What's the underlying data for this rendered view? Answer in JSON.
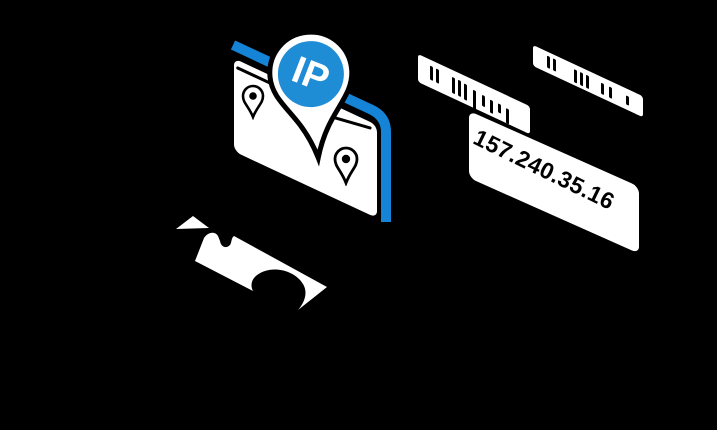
{
  "illustration": {
    "name": "ip-address-geolocation-illustration",
    "background": "#000000",
    "colors": {
      "accent_blue": "#1f8cd6",
      "stripe_blue": "#1583d6",
      "card_white": "#ffffff",
      "outline_black": "#000000"
    },
    "map_pin_badge": {
      "label": "IP"
    },
    "ip_tag": {
      "value": "157.240.35.16"
    },
    "barcode_strip_1": {
      "bars": [
        {
          "x": 12,
          "y": 6,
          "h": 14
        },
        {
          "x": 18,
          "y": 6,
          "h": 14
        },
        {
          "x": 34,
          "y": 7,
          "h": 16
        },
        {
          "x": 40,
          "y": 7,
          "h": 16
        },
        {
          "x": 46,
          "y": 8,
          "h": 16
        },
        {
          "x": 55,
          "y": 10,
          "h": 22
        },
        {
          "x": 64,
          "y": 11,
          "h": 11
        },
        {
          "x": 72,
          "y": 12,
          "h": 13
        },
        {
          "x": 80,
          "y": 12,
          "h": 9
        },
        {
          "x": 88,
          "y": 13,
          "h": 15
        }
      ]
    },
    "barcode_strip_2": {
      "bars": [
        {
          "x": 14,
          "y": 4,
          "h": 12
        },
        {
          "x": 20,
          "y": 4,
          "h": 12
        },
        {
          "x": 41,
          "y": 5,
          "h": 13
        },
        {
          "x": 47,
          "y": 5,
          "h": 13
        },
        {
          "x": 53,
          "y": 5,
          "h": 13
        },
        {
          "x": 68,
          "y": 6,
          "h": 11
        },
        {
          "x": 76,
          "y": 6,
          "h": 11
        },
        {
          "x": 93,
          "y": 7,
          "h": 9
        }
      ]
    }
  }
}
